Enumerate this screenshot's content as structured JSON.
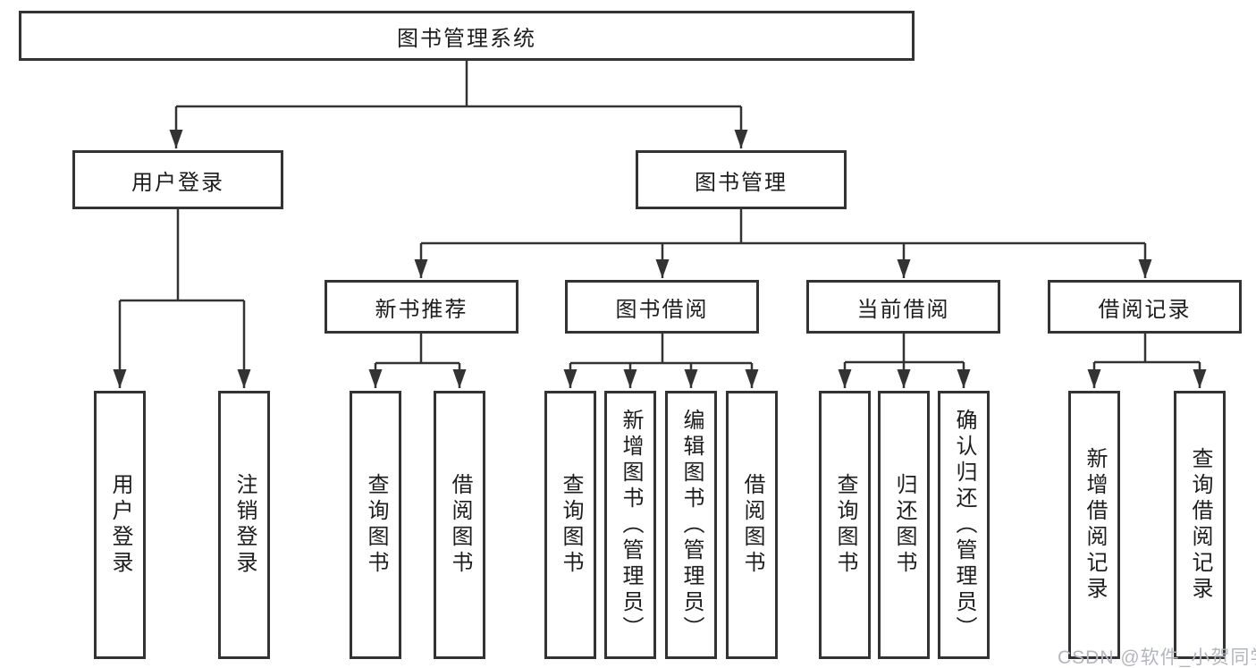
{
  "diagram": {
    "root": {
      "label": "图书管理系统",
      "children": [
        {
          "label": "用户登录",
          "children": [
            {
              "label": "用户登录"
            },
            {
              "label": "注销登录"
            }
          ]
        },
        {
          "label": "图书管理",
          "children": [
            {
              "label": "新书推荐",
              "children": [
                {
                  "label": "查询图书"
                },
                {
                  "label": "借阅图书"
                }
              ]
            },
            {
              "label": "图书借阅",
              "children": [
                {
                  "label": "查询图书"
                },
                {
                  "label": "新增图书（管理员）"
                },
                {
                  "label": "编辑图书（管理员）"
                },
                {
                  "label": "借阅图书"
                }
              ]
            },
            {
              "label": "当前借阅",
              "children": [
                {
                  "label": "查询图书"
                },
                {
                  "label": "归还图书"
                },
                {
                  "label": "确认归还（管理员）"
                }
              ]
            },
            {
              "label": "借阅记录",
              "children": [
                {
                  "label": "新增借阅记录"
                },
                {
                  "label": "查询借阅记录"
                }
              ]
            }
          ]
        }
      ]
    }
  },
  "watermark": {
    "text": "CSDN @软件_小贺同学"
  },
  "colors": {
    "line": "#333333",
    "text": "#1d1d1f",
    "watermark": "#b3b7bd"
  }
}
